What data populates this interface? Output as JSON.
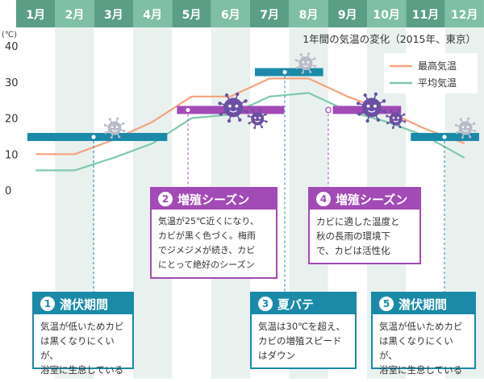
{
  "chart_data": {
    "type": "line",
    "title": "1年間の気温の変化（2015年、東京）",
    "unit_label": "(℃)",
    "categories": [
      "1月",
      "2月",
      "3月",
      "4月",
      "5月",
      "6月",
      "7月",
      "8月",
      "9月",
      "10月",
      "11月",
      "12月"
    ],
    "ylim": [
      0,
      40
    ],
    "yticks": [
      "0",
      "10",
      "20",
      "30",
      "40"
    ],
    "series": [
      {
        "name": "最高気温",
        "color": "#f5a27e",
        "values": [
          10,
          10,
          14,
          19,
          26,
          26,
          31,
          31,
          26,
          22,
          17,
          13
        ]
      },
      {
        "name": "平均気温",
        "color": "#7fc9ad",
        "values": [
          5.5,
          5.5,
          9,
          13,
          20,
          21,
          26,
          27,
          22,
          19,
          15,
          9
        ]
      }
    ],
    "legend_position": "top-right"
  },
  "colors": {
    "header_dark": "#5a9e86",
    "header_light": "#7fbfa6",
    "stripe": "#e9f1ee",
    "phase_teal": "#1a8aa8",
    "phase_purple": "#a24ab6",
    "virus_purple": "#6b4fa3",
    "virus_grey": "#b8bcc8"
  },
  "phases": [
    {
      "id": 1,
      "color": "teal",
      "start": 0,
      "end": 3,
      "temp": 15,
      "virus": "small"
    },
    {
      "id": 2,
      "color": "purple",
      "start": 4,
      "end": 6,
      "temp": 22.5,
      "virus": "big"
    },
    {
      "id": 3,
      "color": "teal",
      "start": 6,
      "end": 7,
      "temp": 33,
      "virus": "small"
    },
    {
      "id": 4,
      "color": "purple",
      "start": 8,
      "end": 9,
      "temp": 22.5,
      "virus": "big"
    },
    {
      "id": 5,
      "color": "teal",
      "start": 10,
      "end": 11,
      "temp": 15,
      "virus": "small"
    }
  ],
  "callouts": [
    {
      "num": "1",
      "title": "潜伏期間",
      "lines": [
        "気温が低いためカビ",
        "は黒くなりにくいが、",
        "浴室に生息している"
      ]
    },
    {
      "num": "2",
      "title": "増殖シーズン",
      "lines": [
        "気温が25℃近くになり、",
        "カビが黒く色づく。梅雨",
        "でジメジメが続き、カビ",
        "にとって絶好のシーズン"
      ]
    },
    {
      "num": "3",
      "title": "夏バテ",
      "lines": [
        "気温は30℃を超え、",
        "カビの増殖スピード",
        "はダウン"
      ]
    },
    {
      "num": "4",
      "title": "増殖シーズン",
      "lines": [
        "カビに適した温度と",
        "秋の長雨の環境下",
        "で、カビは活性化"
      ]
    },
    {
      "num": "5",
      "title": "潜伏期間",
      "lines": [
        "気温が低いためカビ",
        "は黒くなりにくいが、",
        "浴室に生息している"
      ]
    }
  ]
}
